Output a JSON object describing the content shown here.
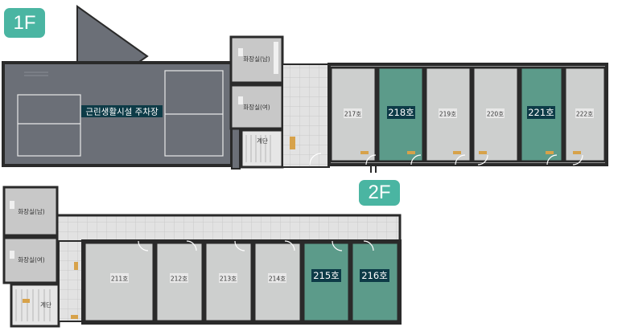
{
  "floor1": {
    "label": "1F",
    "parking_label": "근린생활시설 주차장",
    "restroom_male": "화장실(남)",
    "restroom_female": "화장실(여)",
    "stairs": "계단",
    "units": [
      {
        "label": "217호",
        "highlight": false
      },
      {
        "label": "218호",
        "highlight": true
      },
      {
        "label": "219호",
        "highlight": false
      },
      {
        "label": "220호",
        "highlight": false
      },
      {
        "label": "221호",
        "highlight": true
      },
      {
        "label": "222호",
        "highlight": false
      }
    ]
  },
  "floor2": {
    "label": "2F",
    "restroom_male": "화장실(남)",
    "restroom_female": "화장실(여)",
    "stairs": "계단",
    "units": [
      {
        "label": "211호",
        "highlight": false
      },
      {
        "label": "212호",
        "highlight": false
      },
      {
        "label": "213호",
        "highlight": false
      },
      {
        "label": "214호",
        "highlight": false
      },
      {
        "label": "215호",
        "highlight": true
      },
      {
        "label": "216호",
        "highlight": true
      }
    ]
  },
  "colors": {
    "highlight_room": "#5c9b8a",
    "normal_room": "#cdcfce",
    "parking": "#6b6f77",
    "wall": "#2a2a2a",
    "corridor": "#e4e4e4",
    "badge": "#4ab5a2",
    "label_box": "#0d3b47"
  }
}
